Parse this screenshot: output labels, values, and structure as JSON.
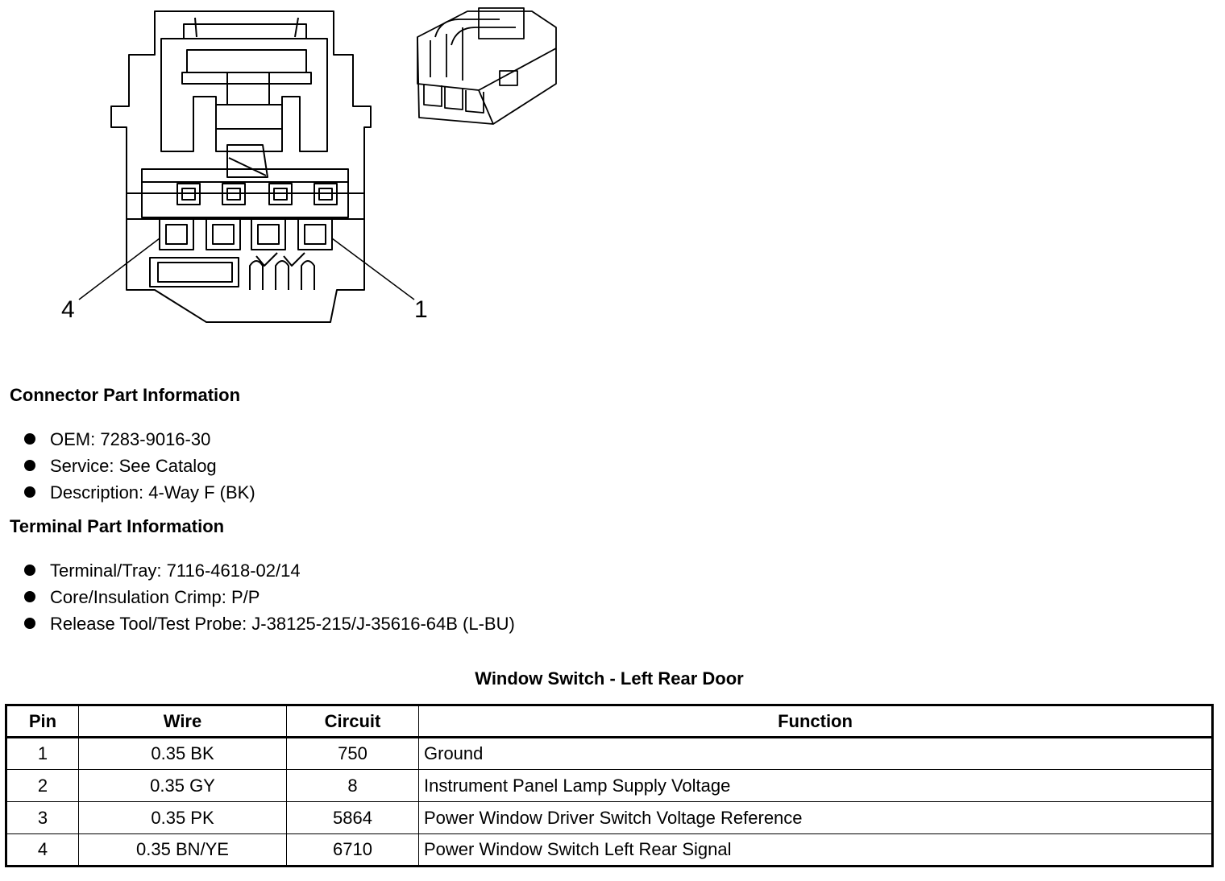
{
  "diagram": {
    "callouts": {
      "pin_left": "4",
      "pin_right": "1"
    }
  },
  "connector_info": {
    "title": "Connector Part Information",
    "items": [
      "OEM: 7283-9016-30",
      "Service: See Catalog",
      "Description: 4-Way F (BK)"
    ]
  },
  "terminal_info": {
    "title": "Terminal Part Information",
    "items": [
      "Terminal/Tray: 7116-4618-02/14",
      "Core/Insulation Crimp: P/P",
      "Release Tool/Test Probe: J-38125-215/J-35616-64B (L-BU)"
    ]
  },
  "table": {
    "title": "Window Switch - Left Rear Door",
    "headers": [
      "Pin",
      "Wire",
      "Circuit",
      "Function"
    ],
    "rows": [
      [
        "1",
        "0.35 BK",
        "750",
        "Ground"
      ],
      [
        "2",
        "0.35 GY",
        "8",
        "Instrument Panel Lamp Supply Voltage"
      ],
      [
        "3",
        "0.35 PK",
        "5864",
        "Power Window Driver Switch Voltage Reference"
      ],
      [
        "4",
        "0.35 BN/YE",
        "6710",
        "Power Window Switch Left Rear Signal"
      ]
    ]
  }
}
